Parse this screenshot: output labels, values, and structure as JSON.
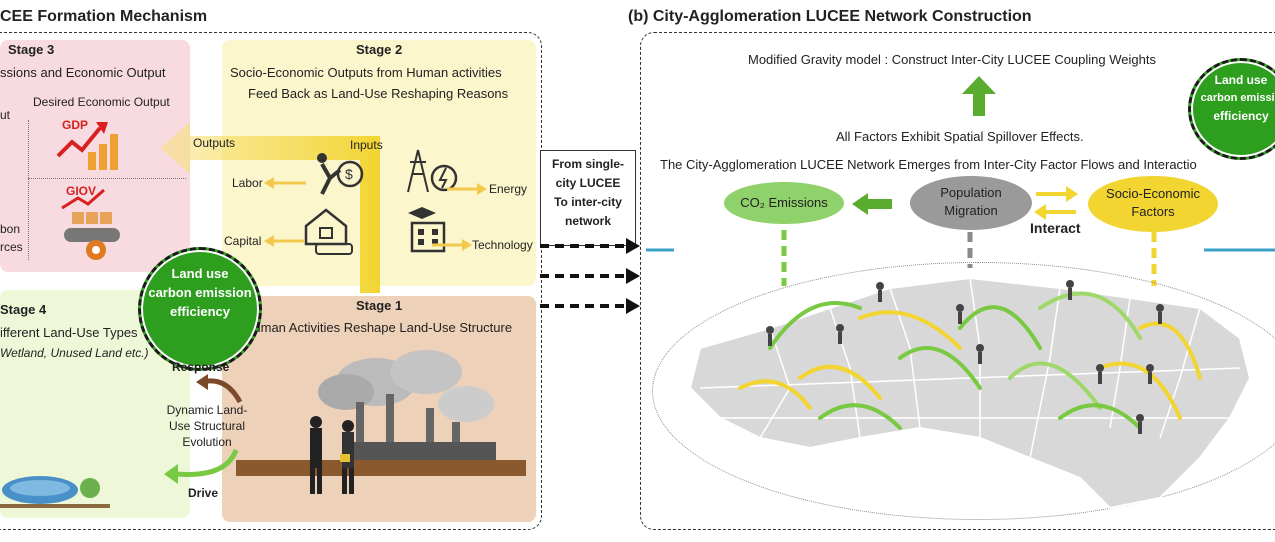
{
  "panel_a": {
    "title": "CEE Formation Mechanism",
    "stage3": {
      "title": "Stage 3",
      "subtitle": "ssions and Economic Output",
      "desired": "Desired Economic Output",
      "left_frag": "ut",
      "gdp": "GDP",
      "giov": "GIOV",
      "carbon_frag1": "bon",
      "carbon_frag2": "rces"
    },
    "stage2": {
      "title": "Stage 2",
      "line1": "Socio-Economic Outputs from Human activities",
      "line2": "Feed Back as Land-Use Reshaping Reasons",
      "outputs": "Outputs",
      "inputs": "Inputs",
      "labor": "Labor",
      "energy": "Energy",
      "capital": "Capital",
      "technology": "Technology"
    },
    "badge": {
      "line1": "Land use",
      "line2": "carbon emission",
      "line3": "efficiency"
    },
    "stage4": {
      "title": "Stage 4",
      "line1": "ifferent Land-Use Types",
      "line2": "Wetland, Unused Land etc.)"
    },
    "stage1": {
      "title": "Stage 1",
      "line1": "Human Activities Reshape Land-Use Structure"
    },
    "cycle": {
      "response": "Response",
      "drive": "Drive",
      "center_l1": "Dynamic Land-",
      "center_l2": "Use Structural",
      "center_l3": "Evolution"
    }
  },
  "transition": {
    "line1": "From single-",
    "line2": "city LUCEE",
    "line3": "To inter-city",
    "line4": "network"
  },
  "panel_b": {
    "title": "(b) City-Agglomeration LUCEE Network Construction",
    "gravity": "Modified Gravity model : Construct Inter-City LUCEE Coupling Weights",
    "spillover": "All Factors Exhibit Spatial Spillover Effects.",
    "emerges": "The City-Agglomeration LUCEE Network Emerges from Inter-City Factor Flows and Interactio",
    "co2": "CO₂ Emissions",
    "pop_l1": "Population",
    "pop_l2": "Migration",
    "socio_l1": "Socio-Economic",
    "socio_l2": "Factors",
    "interact": "Interact",
    "badge": {
      "line1": "Land use",
      "line2": "carbon emissio",
      "line3": "efficiency"
    }
  },
  "colors": {
    "green": "#2e9e1f",
    "yellow": "#f2d531",
    "pink": "#f7dbe0",
    "light_yellow": "#fcf6cc",
    "tan": "#eed1b9",
    "light_green": "#eef8d9",
    "gray": "#9a9a9a"
  }
}
